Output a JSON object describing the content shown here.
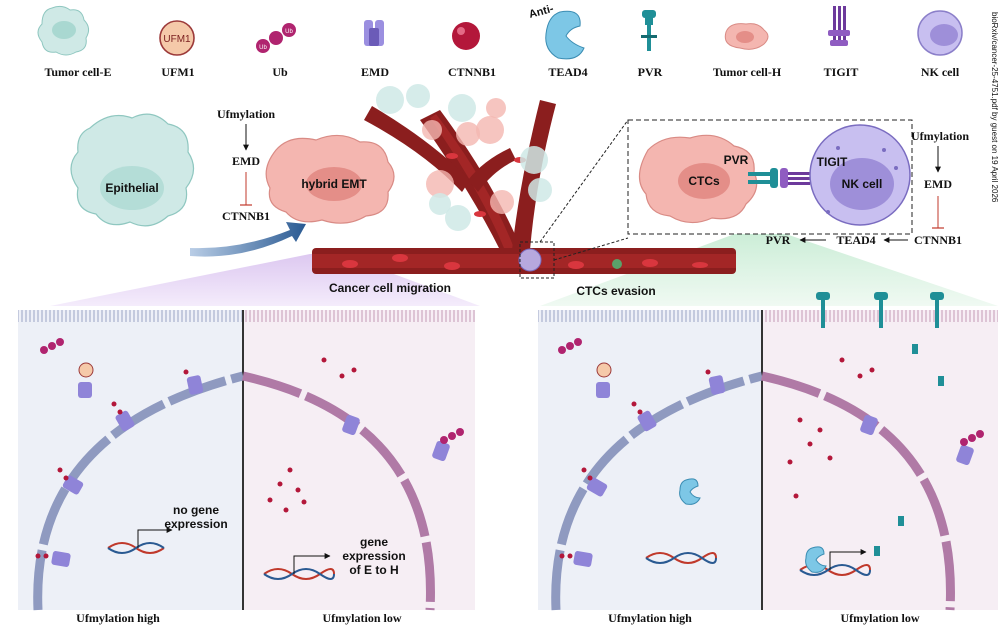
{
  "legend": {
    "tumor_cell_e": "Tumor cell-E",
    "ufm1": "UFM1",
    "ub": "Ub",
    "emd": "EMD",
    "ctnnb1": "CTNNB1",
    "tead4": "TEAD4",
    "pvr": "PVR",
    "tumor_cell_h": "Tumor cell-H",
    "tigit": "TIGIT",
    "nk_cell": "NK cell",
    "ufm1_icon_text": "UFM1",
    "ub_icon_text": "Ub",
    "anti_text": "Anti-"
  },
  "top_left": {
    "epithelial": "Epithelial",
    "hybrid_emt": "hybrid EMT",
    "ufmylation": "Ufmylation",
    "emd": "EMD",
    "ctnnb1": "CTNNB1",
    "migration": "Cancer cell migration"
  },
  "top_right": {
    "ctcs": "CTCs",
    "pvr": "PVR",
    "tigit": "TIGIT",
    "nk_cell": "NK cell",
    "ufmylation": "Ufmylation",
    "emd": "EMD",
    "ctnnb1": "CTNNB1",
    "tead4": "TEAD4",
    "pvr_out": "PVR",
    "evasion": "CTCs evasion"
  },
  "watermark": "bioRxiv/cancer-25-4751.pdf by guest on 19 April 2026",
  "bottom_left": {
    "no_expr_line1": "no gene",
    "no_expr_line2": "expression",
    "expr_line1": "gene",
    "expr_line2": "expression",
    "expr_line3": "of E to H",
    "high": "Ufmylation high",
    "low": "Ufmylation low"
  },
  "bottom_right": {
    "high": "Ufmylation high",
    "low": "Ufmylation low"
  },
  "colors": {
    "vessel": "#8b1e1e",
    "rbc": "#d9363e",
    "tumor_h": "#f4b6b0",
    "tumor_e": "#cfe9e6",
    "nk": "#b7a8de",
    "ub": "#b0246f",
    "tead4": "#7dc7e6",
    "pvr": "#1f8f97",
    "emd": "#7e6fc6",
    "left_banner": "#e2cdf2",
    "right_banner": "#cfeeda"
  }
}
